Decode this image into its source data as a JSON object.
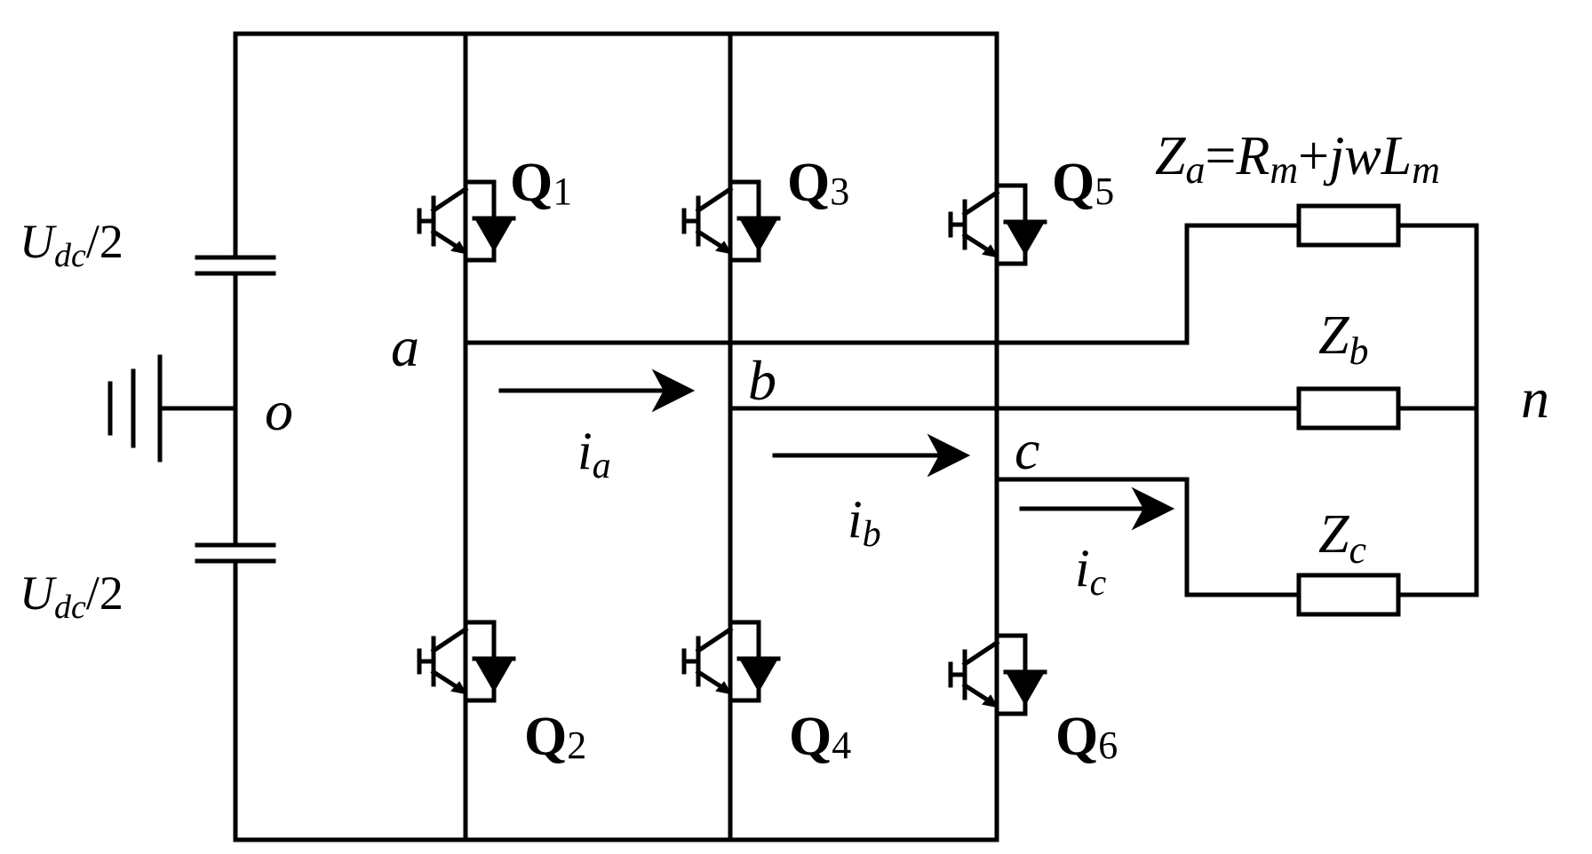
{
  "labels": {
    "udc_top": {
      "main": "U",
      "sub": "dc",
      "tail": "/2"
    },
    "udc_bottom": {
      "main": "U",
      "sub": "dc",
      "tail": "/2"
    },
    "neutral_o": "o",
    "node_a": "a",
    "node_b": "b",
    "node_c": "c",
    "node_n": "n",
    "current_a": {
      "main": "i",
      "sub": "a"
    },
    "current_b": {
      "main": "i",
      "sub": "b"
    },
    "current_c": {
      "main": "i",
      "sub": "c"
    },
    "switches": {
      "q1": {
        "main": "Q",
        "sub": "1"
      },
      "q2": {
        "main": "Q",
        "sub": "2"
      },
      "q3": {
        "main": "Q",
        "sub": "3"
      },
      "q4": {
        "main": "Q",
        "sub": "4"
      },
      "q5": {
        "main": "Q",
        "sub": "5"
      },
      "q6": {
        "main": "Q",
        "sub": "6"
      }
    },
    "za_equation": {
      "z": "Z",
      "zsub": "a",
      "eq": "=",
      "r": "R",
      "rsub": "m",
      "plus": "+",
      "jw": "jw",
      "l": "L",
      "lsub": "m"
    },
    "zb": {
      "main": "Z",
      "sub": "b"
    },
    "zc": {
      "main": "Z",
      "sub": "c"
    }
  }
}
